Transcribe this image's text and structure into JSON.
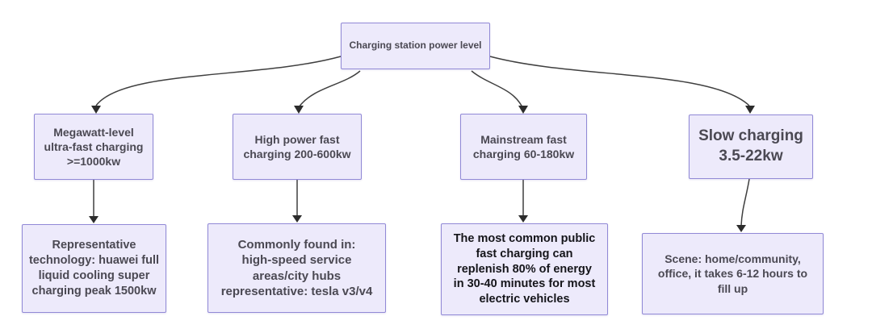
{
  "root": {
    "label": "Charging station power level"
  },
  "branches": [
    {
      "level2": {
        "label": "Megawatt-level\nultra-fast charging\n>=1000kw"
      },
      "level3": {
        "label": "Representative\ntechnology: huawei full\nliquid cooling super\ncharging peak 1500kw"
      }
    },
    {
      "level2": {
        "label": "High power fast\ncharging 200-600kw"
      },
      "level3": {
        "label": "Commonly found in:\nhigh-speed service\nareas/city hubs\nrepresentative: tesla v3/v4"
      }
    },
    {
      "level2": {
        "label": "Mainstream fast\ncharging 60-180kw"
      },
      "level3": {
        "label": "The most common public\nfast charging can\nreplenish 80% of energy\nin 30-40 minutes for most\nelectric vehicles"
      }
    },
    {
      "level2": {
        "label": "Slow charging\n3.5-22kw"
      },
      "level3": {
        "label": "Scene: home/community,\noffice, it takes 6-12 hours to\nfill up"
      }
    }
  ],
  "colors": {
    "background": "#ffffff",
    "node_fill": "#edeafb",
    "node_border": "#9189d6",
    "arrow": "#3f3f3f",
    "text_primary": "#4b4953",
    "text_emphasis": "#15151a"
  }
}
